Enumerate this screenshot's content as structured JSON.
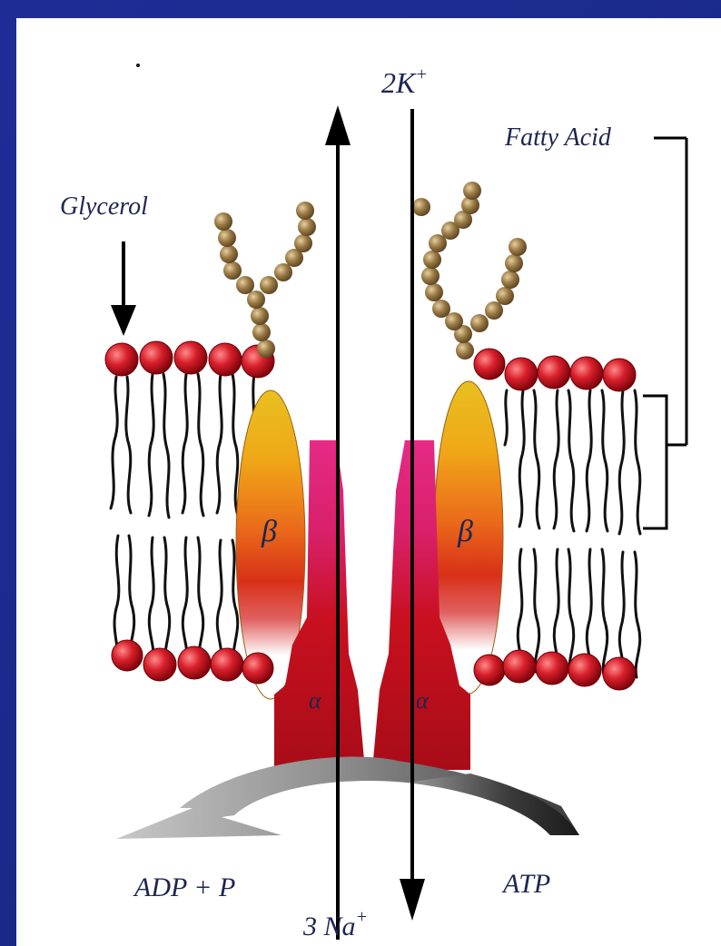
{
  "diagram": {
    "labels": {
      "potassium": "2K",
      "potassium_sup": "+",
      "fatty_acid": "Fatty Acid",
      "glycerol": "Glycerol",
      "beta_left": "β",
      "beta_right": "β",
      "alpha_left": "α",
      "alpha_right": "α",
      "adp": "ADP + P",
      "atp": "ATP",
      "sodium": "3 Na",
      "sodium_sup": "+"
    },
    "colors": {
      "background": "#1b2a8c",
      "lipid_head": "#d0202a",
      "sugar_bead": "#8a7040",
      "alpha_subunit": "#c01020",
      "alpha_top": "#e0287a",
      "beta_top": "#e0b020",
      "beta_mid": "#e86a10",
      "arrow": "#000000"
    }
  }
}
